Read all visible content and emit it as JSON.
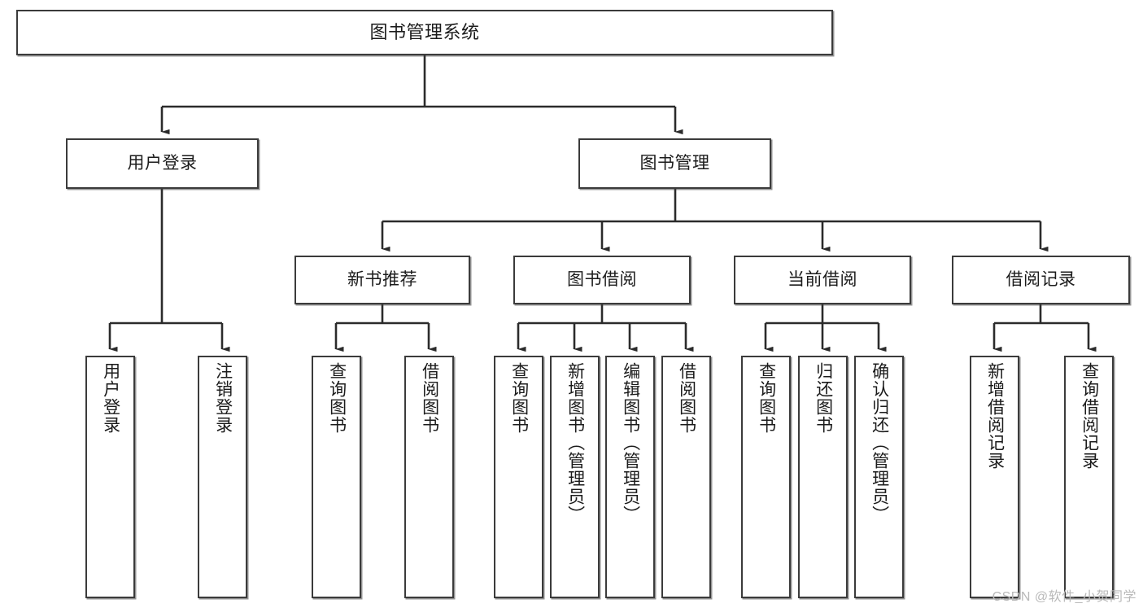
{
  "diagram": {
    "type": "tree-flowchart",
    "title": "图书管理系统",
    "watermark": "CSDN @软件_小贺同学",
    "colors": {
      "box_border": "#3b3b3b",
      "box_fill": "#ffffff",
      "connector": "#2b2b2b",
      "text": "#1b1b1b",
      "watermark": "#b9b9b9"
    },
    "nodes": {
      "root": {
        "label": "图书管理系统"
      },
      "level2": [
        {
          "id": "user-login",
          "label": "用户登录"
        },
        {
          "id": "book-manage",
          "label": "图书管理"
        }
      ],
      "level3": [
        {
          "id": "new-book-recommend",
          "label": "新书推荐"
        },
        {
          "id": "book-borrow",
          "label": "图书借阅"
        },
        {
          "id": "current-borrow",
          "label": "当前借阅"
        },
        {
          "id": "borrow-record",
          "label": "借阅记录"
        }
      ],
      "leaves": {
        "user-login": [
          {
            "id": "leaf-user-login",
            "label": "用户登录"
          },
          {
            "id": "leaf-user-logout",
            "label": "注销登录"
          }
        ],
        "new-book-recommend": [
          {
            "id": "leaf-query-book-1",
            "label": "查询图书"
          },
          {
            "id": "leaf-borrow-book-1",
            "label": "借阅图书"
          }
        ],
        "book-borrow": [
          {
            "id": "leaf-query-book-2",
            "label": "查询图书"
          },
          {
            "id": "leaf-add-book",
            "label": "新增图书（管理员）"
          },
          {
            "id": "leaf-edit-book",
            "label": "编辑图书（管理员）"
          },
          {
            "id": "leaf-borrow-book-2",
            "label": "借阅图书"
          }
        ],
        "current-borrow": [
          {
            "id": "leaf-query-book-3",
            "label": "查询图书"
          },
          {
            "id": "leaf-return-book",
            "label": "归还图书"
          },
          {
            "id": "leaf-confirm-return",
            "label": "确认归还（管理员）"
          }
        ],
        "borrow-record": [
          {
            "id": "leaf-add-record",
            "label": "新增借阅记录"
          },
          {
            "id": "leaf-query-record",
            "label": "查询借阅记录"
          }
        ]
      }
    }
  }
}
